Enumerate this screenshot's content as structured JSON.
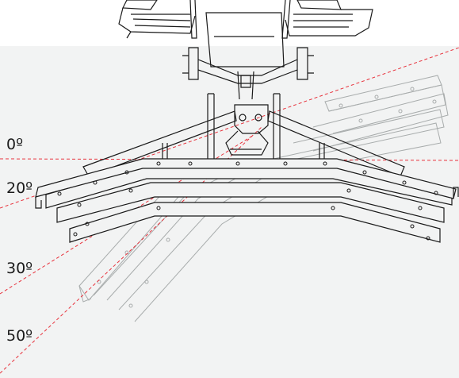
{
  "angles": {
    "a0": "0º",
    "a20": "20º",
    "a30": "30º",
    "a50": "50º"
  },
  "colors": {
    "background_top": "#ffffff",
    "background": "#f2f3f3",
    "line": "#1a1a1a",
    "ghost_line": "#a8acac",
    "guide_line": "#e8323c"
  }
}
